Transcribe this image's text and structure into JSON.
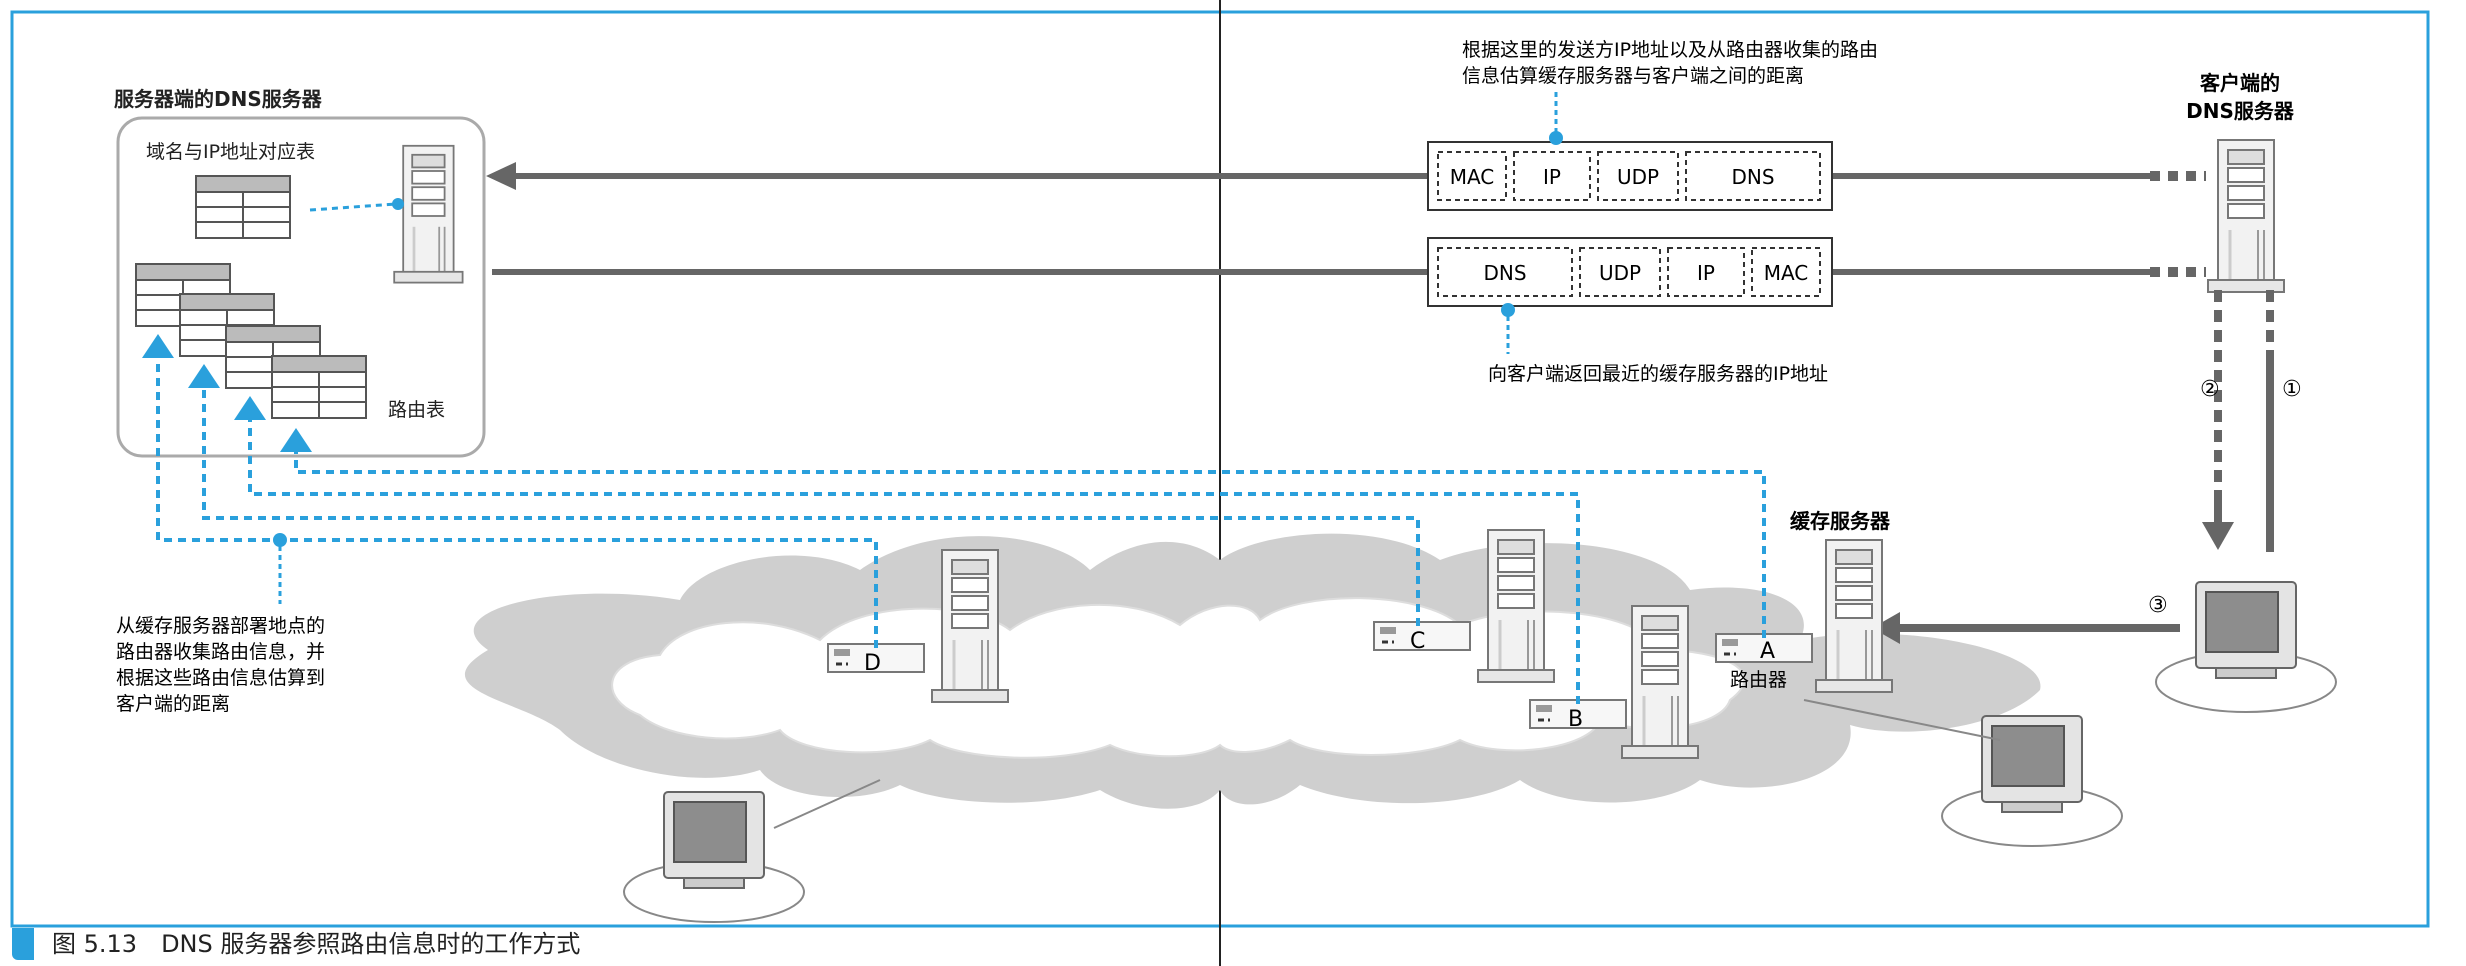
{
  "dns_server_title": "服务器端的DNS服务器",
  "domain_ip_table_label": "域名与IP地址对应表",
  "routing_table_label": "路由表",
  "client_dns_label_line1": "客户端的",
  "client_dns_label_line2": "DNS服务器",
  "cache_server_label": "缓存服务器",
  "router_label": "路由器",
  "top_note_line1": "根据这里的发送方IP地址以及从路由器收集的路由",
  "top_note_line2": "信息估算缓存服务器与客户端之间的距离",
  "bottom_note": "向客户端返回最近的缓存服务器的IP地址",
  "left_note_line1": "从缓存服务器部署地点的",
  "left_note_line2": "路由器收集路由信息，并",
  "left_note_line3": "根据这些路由信息估算到",
  "left_note_line4": "客户端的距离",
  "packet_request": [
    "MAC",
    "IP",
    "UDP",
    "DNS"
  ],
  "packet_response": [
    "DNS",
    "UDP",
    "IP",
    "MAC"
  ],
  "step_labels": [
    "②",
    "①",
    "③"
  ],
  "router_letters": [
    "A",
    "B",
    "C",
    "D"
  ],
  "caption": "图 5.13　DNS 服务器参照路由信息时的工作方式",
  "colors": {
    "accent": "#2aa0dc",
    "arrow_gray": "#666666",
    "cloud_gray": "#cfcfcf"
  }
}
